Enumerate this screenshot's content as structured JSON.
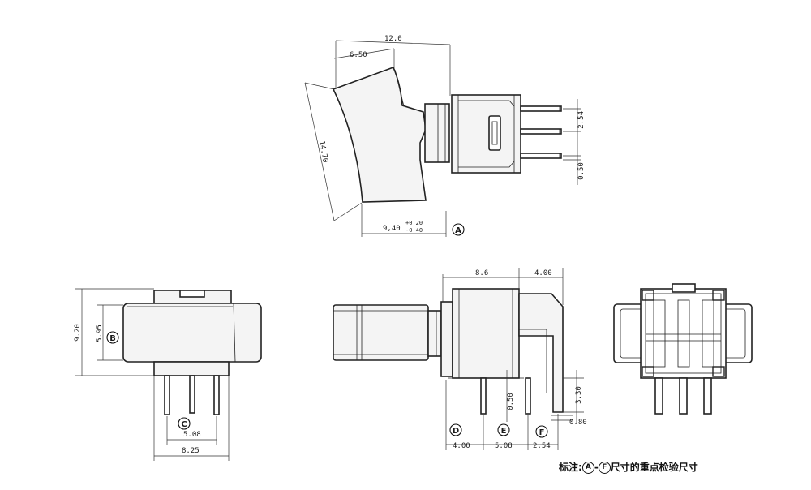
{
  "views": {
    "side_view": {
      "dims": {
        "total_width": "12.0",
        "actuator_top": "6.50",
        "actuator_height": "14.70",
        "base_width": "9,40",
        "tol_plus": "+0.20",
        "tol_minus": "-0.40",
        "pin_pitch": "2.54",
        "pin_gap": "0.50"
      },
      "marker": "A"
    },
    "front_view": {
      "dims": {
        "height": "9.20",
        "actuator_height": "5.95",
        "pin_pitch": "5.08",
        "width": "8.25"
      },
      "markers": [
        "B",
        "C"
      ]
    },
    "right_angle_view": {
      "dims": {
        "body_width": "8.6",
        "leg_offset": "4.00",
        "bottom_left": "4.00",
        "bottom_mid": "5.08",
        "bottom_right": "2.54",
        "pin_gap": "0.50",
        "leg_height": "3.30",
        "pin_thickness": "0.80"
      },
      "markers": [
        "D",
        "E",
        "F"
      ]
    },
    "end_view": {}
  },
  "footnote": {
    "prefix": "标注:",
    "from": "A",
    "dash": "-",
    "to": "F",
    "suffix": "尺寸的重点检验尺寸"
  }
}
